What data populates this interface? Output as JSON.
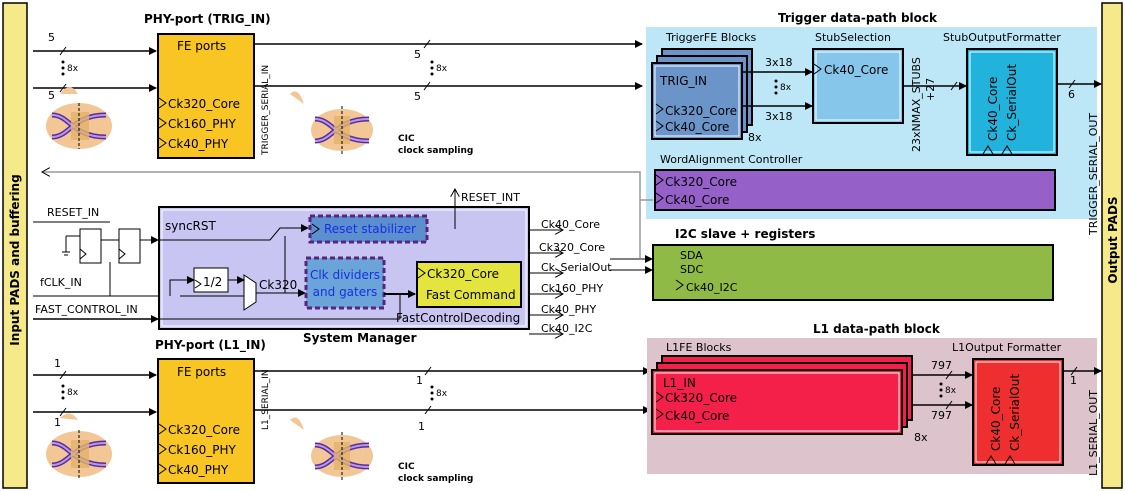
{
  "pads": {
    "input": "Input PADS and buffering",
    "output": "Output PADS"
  },
  "phy_trig": {
    "title": "PHY-port (TRIG_IN)",
    "block_title": "FE ports",
    "clocks": [
      "Ck320_Core",
      "Ck160_PHY",
      "Ck40_PHY"
    ],
    "in_top": "5",
    "in_bottom": "5",
    "mux": "8x",
    "serial_label": "TRIGGER_SERIAL_IN",
    "out_top": "5",
    "out_bottom": "5",
    "out_mux": "8x",
    "cic_line1": "CIC",
    "cic_line2": "clock sampling"
  },
  "phy_l1": {
    "title": "PHY-port (L1_IN)",
    "block_title": "FE ports",
    "clocks": [
      "Ck320_Core",
      "Ck160_PHY",
      "Ck40_PHY"
    ],
    "in_top": "1",
    "in_bottom": "1",
    "mux": "8x",
    "serial_label": "L1_SERIAL_IN",
    "out_top": "1",
    "out_bottom": "1",
    "out_mux": "8x",
    "cic_line1": "CIC",
    "cic_line2": "clock sampling"
  },
  "trigger_path": {
    "title": "Trigger data-path block",
    "fe_title": "TriggerFE Blocks",
    "fe_input": "TRIG_IN",
    "fe_clocks": [
      "Ck320_Core",
      "Ck40_Core"
    ],
    "fe_mult": "8x",
    "bus_top": "3x18",
    "bus_bottom": "3x18",
    "bus_mux": "8x",
    "stub_title": "StubSelection",
    "stub_clock": "Ck40_Core",
    "stubs_label": "23xNMAX_STUBS",
    "stubs_label2": "+27",
    "fmt_title": "StubOutputFormatter",
    "fmt_clocks": [
      "Ck40_Core",
      "Ck_SerialOut"
    ],
    "out_width": "6",
    "out_label": "TRIGGER_SERIAL_OUT",
    "wa_title": "WordAlignment Controller",
    "wa_clocks": [
      "Ck320_Core",
      "Ck40_Core"
    ]
  },
  "l1_path": {
    "title": "L1 data-path block",
    "fe_title": "L1FE Blocks",
    "fe_input": "L1_IN",
    "fe_clocks": [
      "Ck320_Core",
      "Ck40_Core"
    ],
    "fe_mult": "8x",
    "bus_top": "797",
    "bus_bottom": "797",
    "bus_mux": "8x",
    "fmt_title": "L1Output Formatter",
    "fmt_clocks": [
      "Ck40_Core",
      "Ck_SerialOut"
    ],
    "out_width": "1",
    "out_label": "L1_SERIAL_OUT"
  },
  "i2c": {
    "title": "I2C slave + registers",
    "signals": [
      "SDA",
      "SDC"
    ],
    "clock": "Ck40_I2C"
  },
  "system_manager": {
    "title": "System Manager",
    "sync_rst": "syncRST",
    "reset_stab": "Reset stabilizer",
    "divider": "1/2",
    "ck320": "Ck320",
    "clk_div_line1": "Clk dividers",
    "clk_div_line2": "and gaters",
    "fast_clock": "Ck320_Core",
    "fast_cmd": "Fast Command",
    "fast_decoding": "FastControlDecoding",
    "reset_in": "RESET_IN",
    "fclk_in": "fCLK_IN",
    "fast_control_in": "FAST_CONTROL_IN",
    "reset_int": "RESET_INT",
    "outputs": [
      "Ck40_Core",
      "Ck320_Core",
      "Ck_SerialOut",
      "Ck160_PHY",
      "Ck40_PHY",
      "Ck40_I2C"
    ]
  },
  "colors": {
    "pad": "#f6e98a",
    "fe_yellow": "#f8c522",
    "trigger_bg": "#bde6f7",
    "trig_fe": "#6b95c9",
    "stub_sel": "#86c6ea",
    "stub_fmt": "#22b3dd",
    "word_align": "#9561c9",
    "l1_bg": "#ddc4cc",
    "l1_fe": "#f5204a",
    "l1_fmt": "#ef2f2f",
    "i2c": "#8fba45",
    "sys_bg": "#c9c5f2",
    "fast_cmd": "#e4e43e",
    "clk_div": "#6aa4d8"
  }
}
